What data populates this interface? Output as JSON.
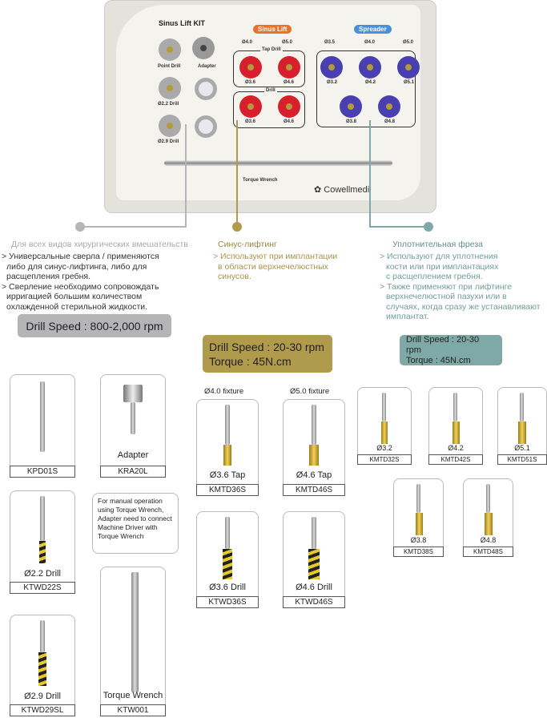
{
  "kit": {
    "title": "Sinus Lift KIT",
    "sinus_pill": "Sinus Lift",
    "spreader_pill": "Spreader",
    "point_drill": "Point Drill",
    "adapter": "Adapter",
    "drill22": "Ø2.2 Drill",
    "drill29": "Ø2.9 Drill",
    "tap_drill": "Tap Drill",
    "drill": "Drill",
    "torque_wrench": "Torque Wrench",
    "brand": "Cowellmedi",
    "sinus_heads": [
      "Ø4.0",
      "Ø5.0"
    ],
    "tap_sizes": [
      "Ø3.6",
      "Ø4.6"
    ],
    "drill_sizes": [
      "Ø3.6",
      "Ø4.6"
    ],
    "spreader_heads": [
      "Ø3.5",
      "Ø4.0",
      "Ø5.0"
    ],
    "spreader_top": [
      "Ø3.2",
      "Ø4.2",
      "Ø5.1"
    ],
    "spreader_bottom": [
      "Ø3.8",
      "Ø4.8"
    ]
  },
  "sections": [
    {
      "title": "Для всех видов хирургических вмешательств",
      "lines": [
        "> Универсальные сверла / применяются",
        "либо для синус-лифтинга, либо для",
        "расщепления гребня.",
        "> Сверление необходимо сопровождать",
        "ирригацией большим количеством",
        "охлажденной стерильной жидкости."
      ]
    },
    {
      "title": "Синус-лифтинг",
      "lines": [
        "> Используют при имплантации",
        "в области верхнечелюстных",
        "синусов."
      ]
    },
    {
      "title": "Уплотнительная фреза",
      "lines": [
        "> Используют для уплотнения",
        "кости или при имплантациях",
        "с расщеплением гребня.",
        "> Также применяют при лифтинге",
        "верхнечелюстной пазухи или в",
        "случаях, когда сразу же устанавливают",
        "имплантат."
      ]
    }
  ],
  "speeds": {
    "general": "Drill Speed : 800-2,000 rpm",
    "sinus_1": "Drill Speed : 20-30 rpm",
    "sinus_2": "Torque : 45N.cm",
    "spreader_1": "Drill Speed : 20-30 rpm",
    "spreader_2": "Torque : 45N.cm"
  },
  "products": {
    "kpd01s": {
      "code": "KPD01S"
    },
    "kra20l": {
      "name": "Adapter",
      "code": "KRA20L"
    },
    "ktwd22s": {
      "name": "Ø2.2 Drill",
      "code": "KTWD22S"
    },
    "ktwd29sl": {
      "name": "Ø2.9 Drill",
      "code": "KTWD29SL"
    },
    "ktw001": {
      "name": "Torque Wrench",
      "code": "KTW001"
    },
    "fixture40": "Ø4.0 fixture",
    "fixture50": "Ø5.0 fixture",
    "kmtd36s": {
      "name": "Ø3.6 Tap",
      "code": "KMTD36S"
    },
    "kmtd46s": {
      "name": "Ø4.6 Tap",
      "code": "KMTD46S"
    },
    "ktwd36s": {
      "name": "Ø3.6 Drill",
      "code": "KTWD36S"
    },
    "ktwd46s": {
      "name": "Ø4.6 Drill",
      "code": "KTWD46S"
    },
    "kmtd32s": {
      "name": "Ø3.2",
      "code": "KMTD32S"
    },
    "kmtd42s": {
      "name": "Ø4.2",
      "code": "KMTD42S"
    },
    "kmtd51s": {
      "name": "Ø5.1",
      "code": "KMTD51S"
    },
    "kmtd38s": {
      "name": "Ø3.8",
      "code": "KMTD38S"
    },
    "kmtd48s": {
      "name": "Ø4.8",
      "code": "KMTD48S"
    }
  },
  "note": "For manual operation using Torque Wrench, Adapter need to connect Machine Driver with Torque Wrench",
  "colors": {
    "grey": "#b5b5b8",
    "olive": "#b09a4c",
    "teal": "#7fa9a6",
    "red": "#d8202c",
    "blue": "#4a3fae",
    "orange": "#e8742c",
    "skyblue": "#4a90d8"
  }
}
